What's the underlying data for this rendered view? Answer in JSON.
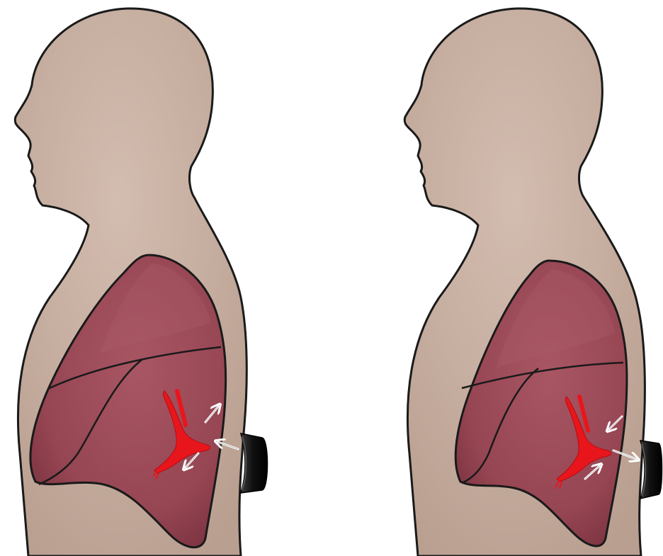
{
  "colors": {
    "skin": "#c8b1a3",
    "skin_shade": "#b89d8c",
    "outline": "#1a1a1a",
    "lung": "#9a4a56",
    "lung_light": "#b05a67",
    "lung_dark": "#7e3541",
    "vessel": "#e8161c",
    "arrow": "#f2f2f2",
    "probe": "#111111"
  },
  "figures": [
    {
      "name": "left-figure",
      "probe": "contact",
      "vessel_orientation": "branches-right"
    },
    {
      "name": "right-figure",
      "probe": "contact",
      "vessel_orientation": "branches-right"
    }
  ]
}
